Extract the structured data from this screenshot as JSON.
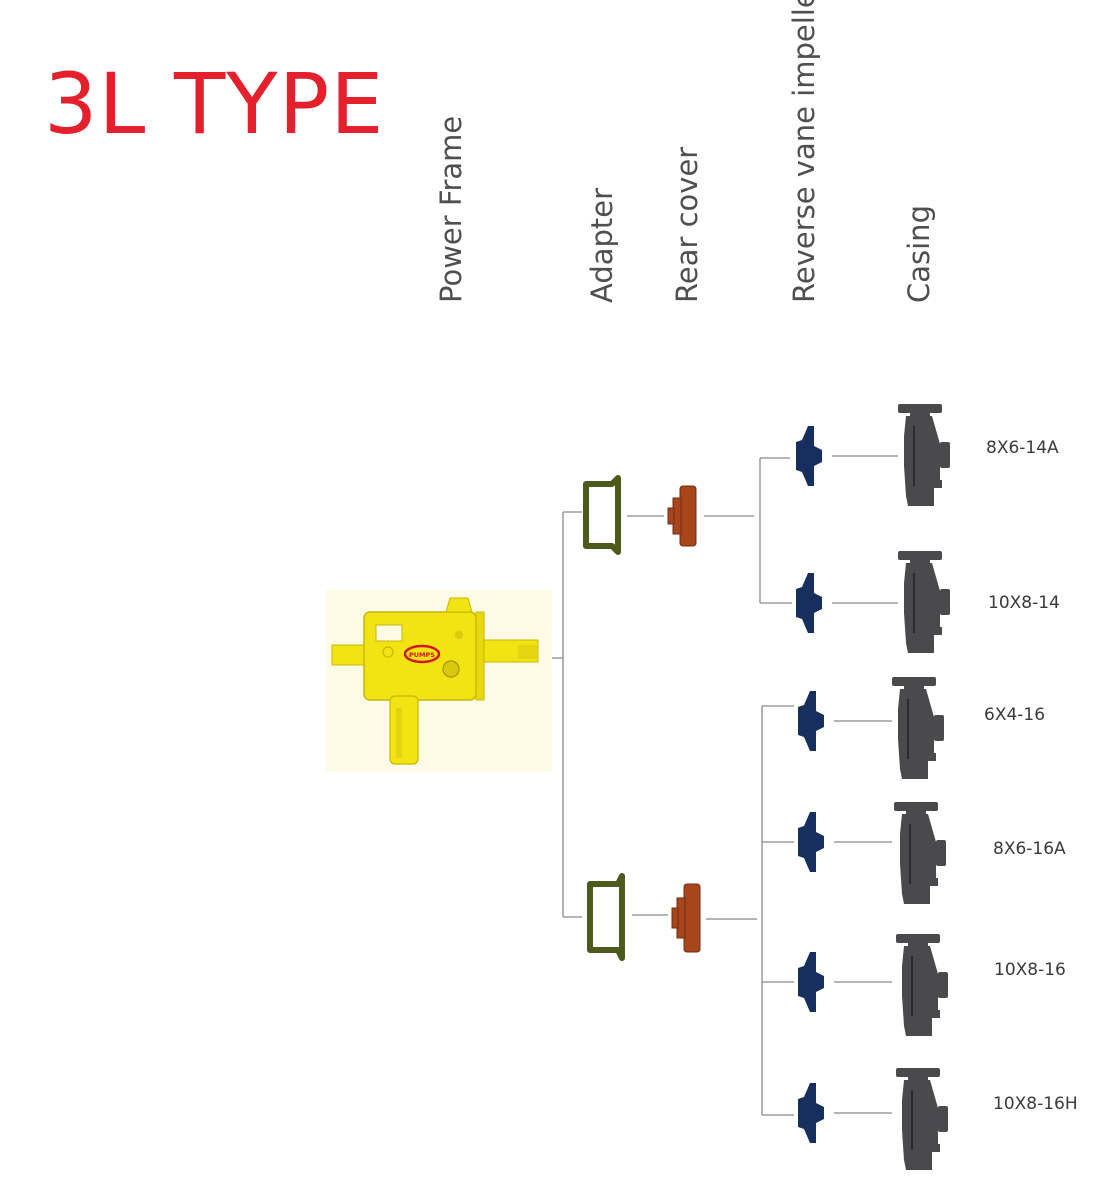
{
  "title": "3L TYPE",
  "column_headers": [
    "Power Frame",
    "Adapter",
    "Rear cover",
    "Reverse vane impeller",
    "Casing"
  ],
  "power_frame": {
    "badge_text": "PUMPS"
  },
  "casings": [
    "8X6-14A",
    "10X8-14",
    "6X4-16",
    "8X6-16A",
    "10X8-16",
    "10X8-16H"
  ],
  "colors": {
    "title": "#e3202b",
    "header_text": "#4f4f4f",
    "power_frame": "#f2e313",
    "adapter": "#4c5a1d",
    "rear_cover": "#a8461b",
    "impeller": "#162f5e",
    "casing": "#4a4a4d",
    "connector": "#8a8a8a"
  }
}
